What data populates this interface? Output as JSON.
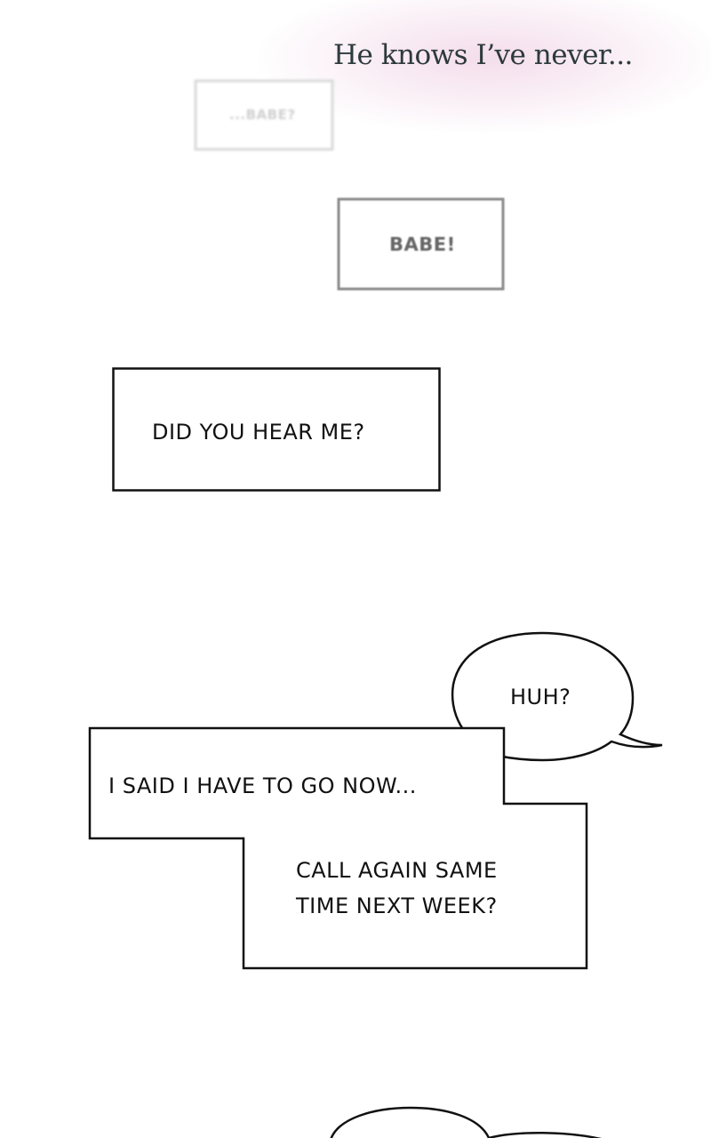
{
  "narration": "He knows I’ve never...",
  "panels": {
    "faint_box": "...BABE?",
    "mid_box": "BABE!",
    "box_question": "DID YOU HEAR ME?",
    "speech_bubble": "HUH?",
    "step_box_line1": "I SAID I HAVE TO GO NOW...",
    "step_box_line2": "CALL AGAIN SAME",
    "step_box_line3": "TIME NEXT WEEK?"
  }
}
